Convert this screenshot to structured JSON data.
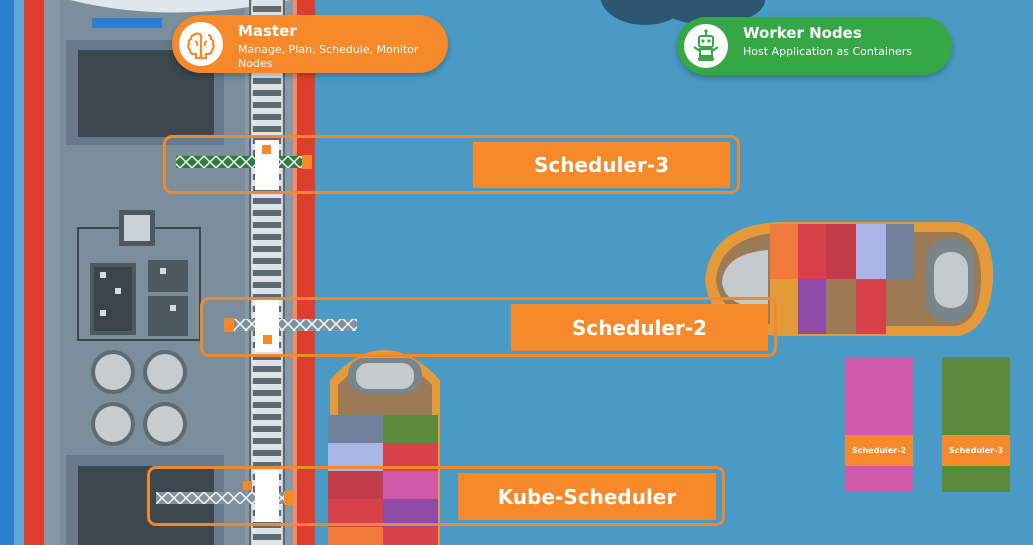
{
  "master": {
    "title": "Master",
    "subtitle": "Manage, Plan, Schedule, Monitor Nodes",
    "icon": "brain-icon"
  },
  "workers": {
    "title": "Worker Nodes",
    "subtitle": "Host Application as Containers",
    "icon": "robot-icon"
  },
  "schedulers": [
    {
      "label": "Scheduler-3"
    },
    {
      "label": "Scheduler-2"
    },
    {
      "label": "Kube-Scheduler"
    }
  ],
  "containers": [
    {
      "label": "Scheduler-2"
    },
    {
      "label": "Scheduler-3"
    }
  ],
  "colors": {
    "sea": "#4a9ac6",
    "accent": "#f6892a",
    "worker_green": "#35a845",
    "dock": "#7a8e9c",
    "stripe_red": "#dd3f2c",
    "stripe_blue": "#2a7fd1"
  }
}
